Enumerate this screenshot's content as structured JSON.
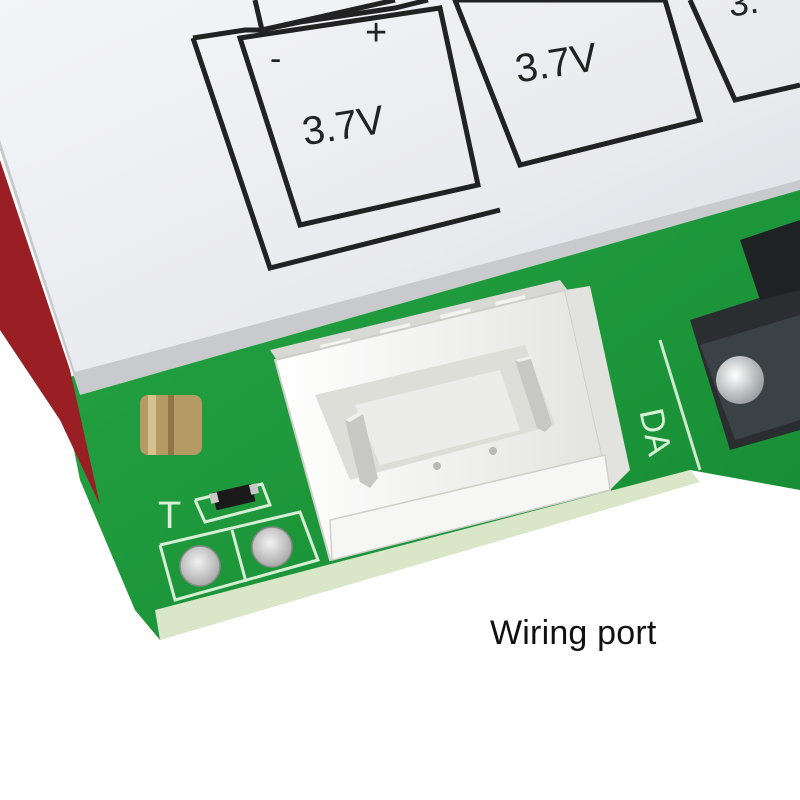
{
  "photo": {
    "labels": {
      "cell_voltage_1": "3.7V",
      "cell_voltage_2": "3.7V",
      "cell_voltage_3_partial": "3.",
      "cell_minus": "-",
      "cell_plus": "+",
      "pcb_marker_t": "T",
      "pcb_marker_side": "DA"
    },
    "colors": {
      "pcb_green": "#1f9a3c",
      "label_white": "#ecedf0",
      "connector_white": "#f3f3f1",
      "pad_silver": "#cfcfcf"
    }
  },
  "caption": {
    "text": "Wiring port"
  }
}
